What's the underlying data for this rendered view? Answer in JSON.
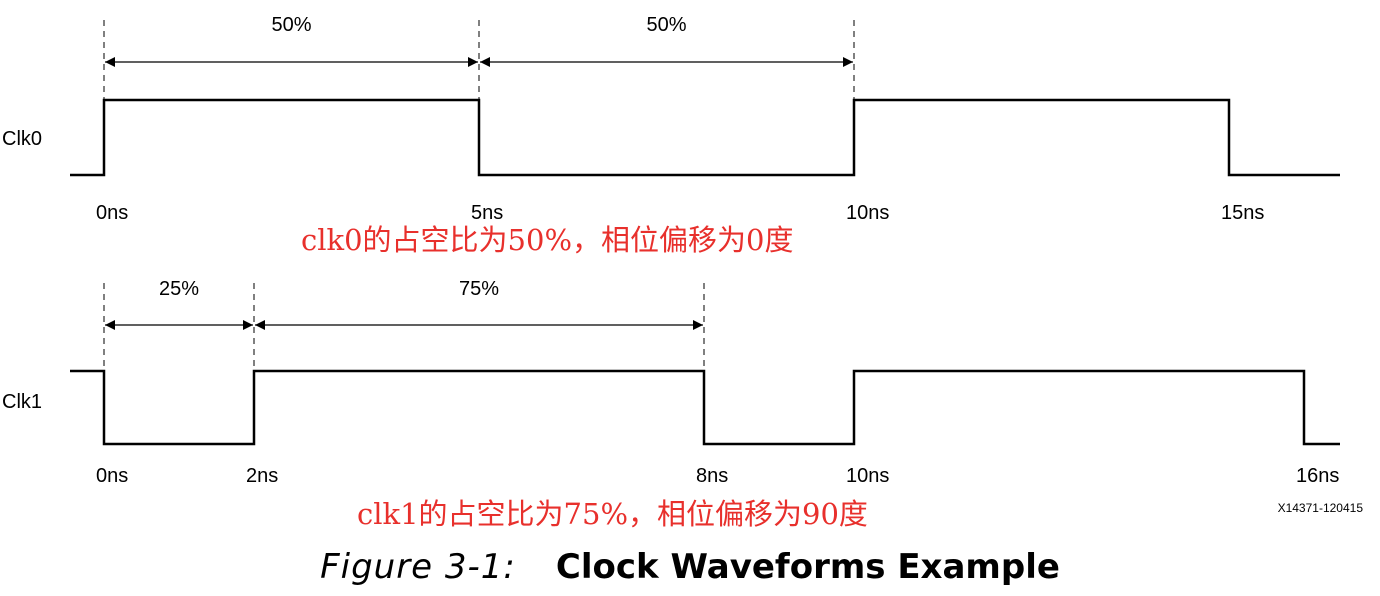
{
  "waveforms": [
    {
      "label": "Clk0",
      "transitions": [
        0,
        5,
        10,
        15
      ],
      "initial_level": "low",
      "ticks": [
        "0ns",
        "5ns",
        "10ns",
        "15ns"
      ],
      "guides": [
        0,
        5,
        10
      ],
      "spans": [
        {
          "from": 0,
          "to": 5,
          "label": "50%"
        },
        {
          "from": 5,
          "to": 10,
          "label": "50%"
        }
      ],
      "note": "clk0的占空比为50%，相位偏移为0度"
    },
    {
      "label": "Clk1",
      "transitions": [
        0,
        2,
        8,
        10,
        16
      ],
      "initial_level": "high",
      "ticks": [
        "0ns",
        "2ns",
        "8ns",
        "10ns",
        "16ns"
      ],
      "guides": [
        0,
        2,
        8
      ],
      "spans": [
        {
          "from": 0,
          "to": 2,
          "label": "25%"
        },
        {
          "from": 2,
          "to": 8,
          "label": "75%"
        }
      ],
      "note": "clk1的占空比为75%，相位偏移为90度"
    }
  ],
  "reference_code": "X14371-120415",
  "caption": {
    "label": "Figure 3-1:",
    "title": "Clock Waveforms Example"
  },
  "colors": {
    "waveform": "#000000",
    "note": "#e8302c"
  }
}
